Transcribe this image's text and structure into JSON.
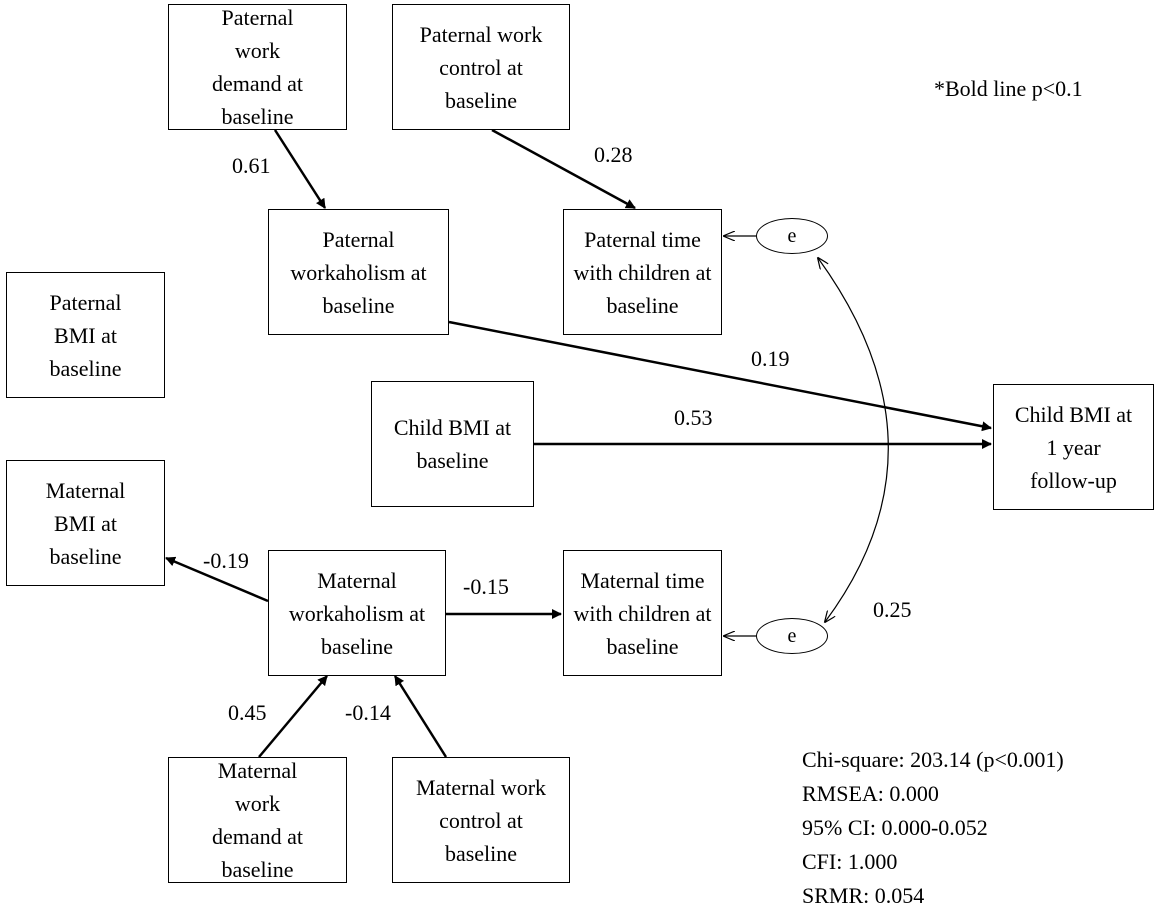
{
  "note": "*Bold line  p<0.1",
  "boxes": {
    "paternal_work_demand": "Paternal work demand at baseline",
    "paternal_work_control": "Paternal work control at baseline",
    "paternal_workaholism": "Paternal workaholism at baseline",
    "paternal_time": "Paternal time with children at baseline",
    "paternal_bmi": "Paternal BMI at baseline",
    "child_bmi_baseline": "Child BMI at baseline",
    "child_bmi_followup": "Child BMI at 1 year follow-up",
    "maternal_bmi": "Maternal BMI at baseline",
    "maternal_workaholism": "Maternal workaholism at baseline",
    "maternal_time": "Maternal time with children at baseline",
    "maternal_work_demand": "Maternal work demand at baseline",
    "maternal_work_control": "Maternal work control at baseline"
  },
  "error_terms": {
    "paternal": "e",
    "maternal": "e"
  },
  "coefficients": {
    "pwd_to_pwk": "0.61",
    "pwc_to_ptime": "0.28",
    "pwk_to_cbmi": "0.19",
    "cbmi_to_cbmi": "0.53",
    "mwk_to_mbmi": "-0.19",
    "mwk_to_mtime": "-0.15",
    "mwd_to_mwk": "0.45",
    "mwc_to_mwk": "-0.14",
    "error_covariance": "0.25"
  },
  "fit_stats": [
    "Chi-square:  203.14  (p<0.001)",
    "RMSEA: 0.000",
    "95% CI: 0.000-0.052",
    "CFI: 1.000",
    "SRMR: 0.054"
  ]
}
